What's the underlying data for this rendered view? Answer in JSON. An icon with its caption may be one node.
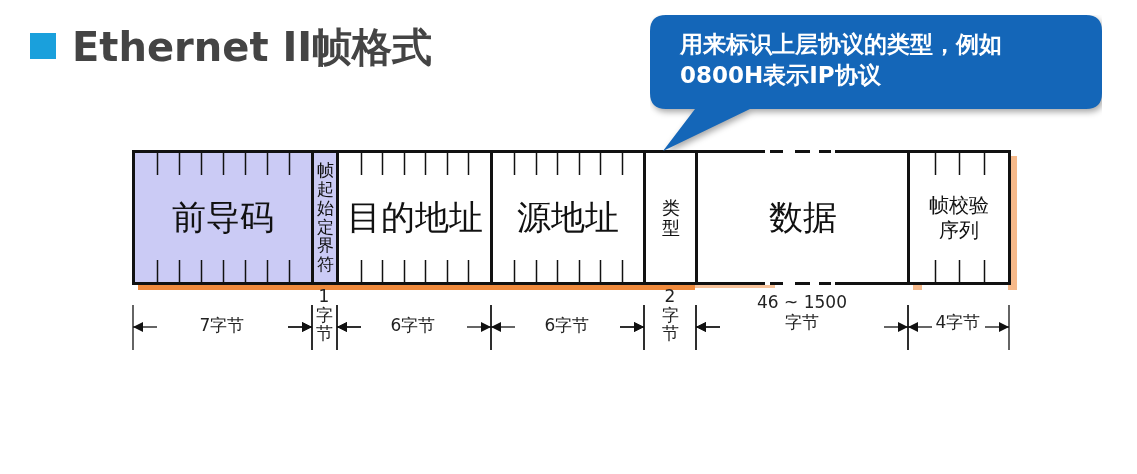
{
  "diagram": {
    "title": "Ethernet II帧格式",
    "nodes": [
      {
        "text": [
          "前导码"
        ]
      },
      {
        "text": [
          "帧起始定界符"
        ]
      },
      {
        "text": [
          "目的地址"
        ]
      },
      {
        "text": [
          "源地址"
        ]
      },
      {
        "text": [
          "类型"
        ]
      },
      {
        "text": [
          "数据"
        ]
      },
      {
        "text": [
          "帧校验序列"
        ]
      },
      {
        "text": [
          "用来标识上层协议的类型，例如0800H表示IP协议"
        ]
      }
    ],
    "labels": [
      "7字节",
      "1字节",
      "6字节",
      "6字节",
      "2字节",
      "46 ~ 1500字节",
      "4字节"
    ]
  }
}
